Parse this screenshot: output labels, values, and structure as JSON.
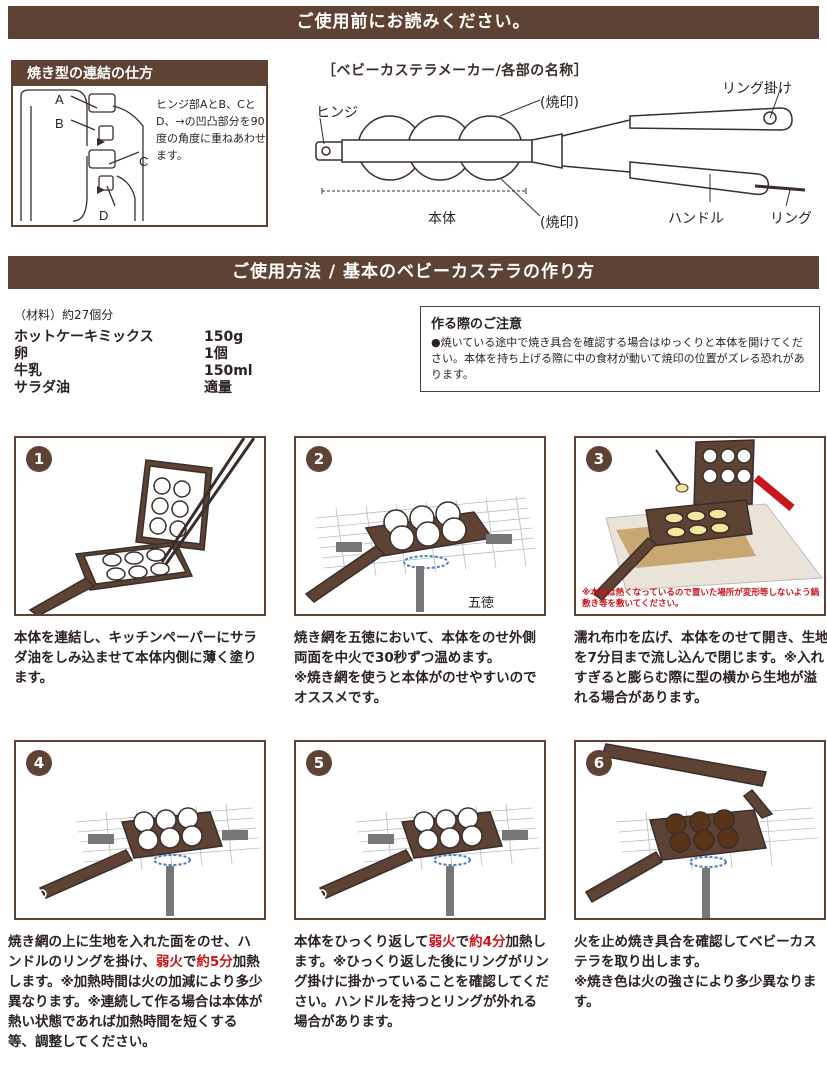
{
  "header": {
    "title": "ご使用前にお読みください。"
  },
  "connection": {
    "title": "焼き型の連結の仕方",
    "labels": [
      "A",
      "B",
      "C",
      "D"
    ],
    "description": "ヒンジ部AとB、CとD、→の凹凸部分を90度の角度に重ねあわせます。"
  },
  "parts": {
    "title": "［ベビーカステラメーカー/各部の名称］",
    "hinge": "ヒンジ",
    "brand_top": "(焼印)",
    "brand_bottom": "(焼印)",
    "body": "本体",
    "ring_hook": "リング掛け",
    "handle": "ハンドル",
    "ring": "リング"
  },
  "usage": {
    "title": "ご使用方法 / 基本のベビーカステラの作り方"
  },
  "materials": {
    "heading": "（材料）約27個分",
    "items": [
      {
        "name": "ホットケーキミックス",
        "amount": "150g"
      },
      {
        "name": "卵",
        "amount": "1個"
      },
      {
        "name": "牛乳",
        "amount": "150ml"
      },
      {
        "name": "サラダ油",
        "amount": "適量"
      }
    ]
  },
  "caution": {
    "title": "作る際のご注意",
    "body": "●焼いている途中で焼き具合を確認する場合はゆっくりと本体を開けてください。本体を持ち上げる際に中の食材が動いて焼印の位置がズレる恐れがあります。"
  },
  "steps": [
    {
      "num": "1",
      "text": "本体を連結し、キッチンペーパーにサラダ油をしみ込ませて本体内側に薄く塗ります。"
    },
    {
      "num": "2",
      "text": "焼き網を五徳において、本体をのせ外側両面を中火で30秒ずつ温めます。",
      "note": "※焼き網を使うと本体がのせやすいのでオススメです。",
      "label": "五徳"
    },
    {
      "num": "3",
      "text": "濡れ布巾を広げ、本体をのせて開き、生地を7分目まで流し込んで閉じます。※入れすぎると膨らむ際に型の横から生地が溢れる場合があります。",
      "note": "※本体は熱くなっているので置いた場所が変形等しないよう鍋敷き等を敷いてください。"
    },
    {
      "num": "4",
      "text_a": "焼き網の上に生地を入れた面をのせ、ハンドルのリングを掛け、",
      "red_a": "弱火",
      "text_b": "で",
      "red_b": "約5分",
      "text_c": "加熱します。※加熱時間は火の加減により多少異なります。※連続して作る場合は本体が熱い状態であれば加熱時間を短くする等、調整してください。"
    },
    {
      "num": "5",
      "text_a": "本体をひっくり返して",
      "red_a": "弱火",
      "text_b": "で",
      "red_b": "約4分",
      "text_c": "加熱します。※ひっくり返した後にリングがリング掛けに掛かっていることを確認してください。ハンドルを持つとリングが外れる場合があります。"
    },
    {
      "num": "6",
      "text": "火を止め焼き具合を確認してベビーカステラを取り出します。",
      "note": "※焼き色は火の強さにより多少異なります。"
    }
  ],
  "colors": {
    "brown": "#5e4334",
    "red": "#c8161d",
    "text": "#2b2220"
  }
}
